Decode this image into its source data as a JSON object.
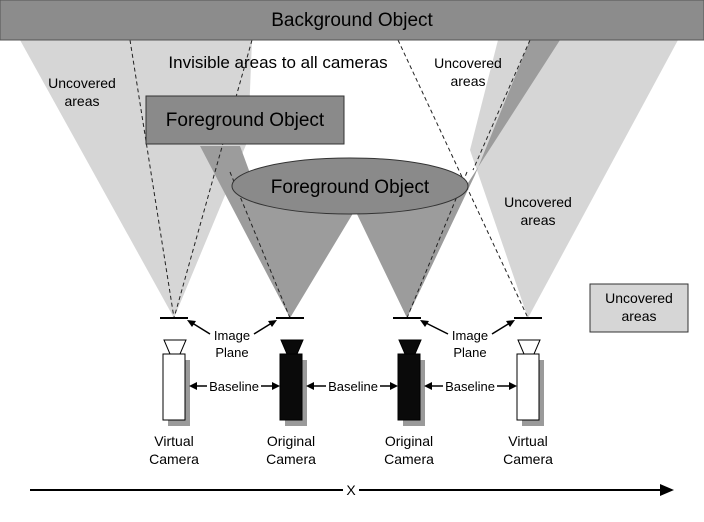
{
  "background_object": "Background Object",
  "foreground_object_top": "Foreground Object",
  "foreground_object_ellipse": "Foreground Object",
  "invisible_areas": "Invisible areas to all cameras",
  "uncovered_left": [
    "Uncovered",
    "areas"
  ],
  "uncovered_top_right": [
    "Uncovered",
    "areas"
  ],
  "uncovered_right": [
    "Uncovered",
    "areas"
  ],
  "legend_uncovered": [
    "Uncovered",
    "areas"
  ],
  "image_plane_left": [
    "Image",
    "Plane"
  ],
  "image_plane_right": [
    "Image",
    "Plane"
  ],
  "baseline": [
    "Baseline",
    "Baseline",
    "Baseline"
  ],
  "cameras": [
    {
      "line1": "Virtual",
      "line2": "Camera",
      "style": "virtual"
    },
    {
      "line1": "Original",
      "line2": "Camera",
      "style": "original"
    },
    {
      "line1": "Original",
      "line2": "Camera",
      "style": "original"
    },
    {
      "line1": "Virtual",
      "line2": "Camera",
      "style": "virtual"
    }
  ],
  "axis_label": "X",
  "colors": {
    "background_object": "#8c8c8c",
    "light_cone": "#d6d6d6",
    "dark_cone": "#9c9c9c",
    "foreground_object": "#8a8a8a",
    "legend_box": "#d6d6d6",
    "virtual_camera": "#ffffff",
    "original_camera": "#0a0a0a"
  }
}
